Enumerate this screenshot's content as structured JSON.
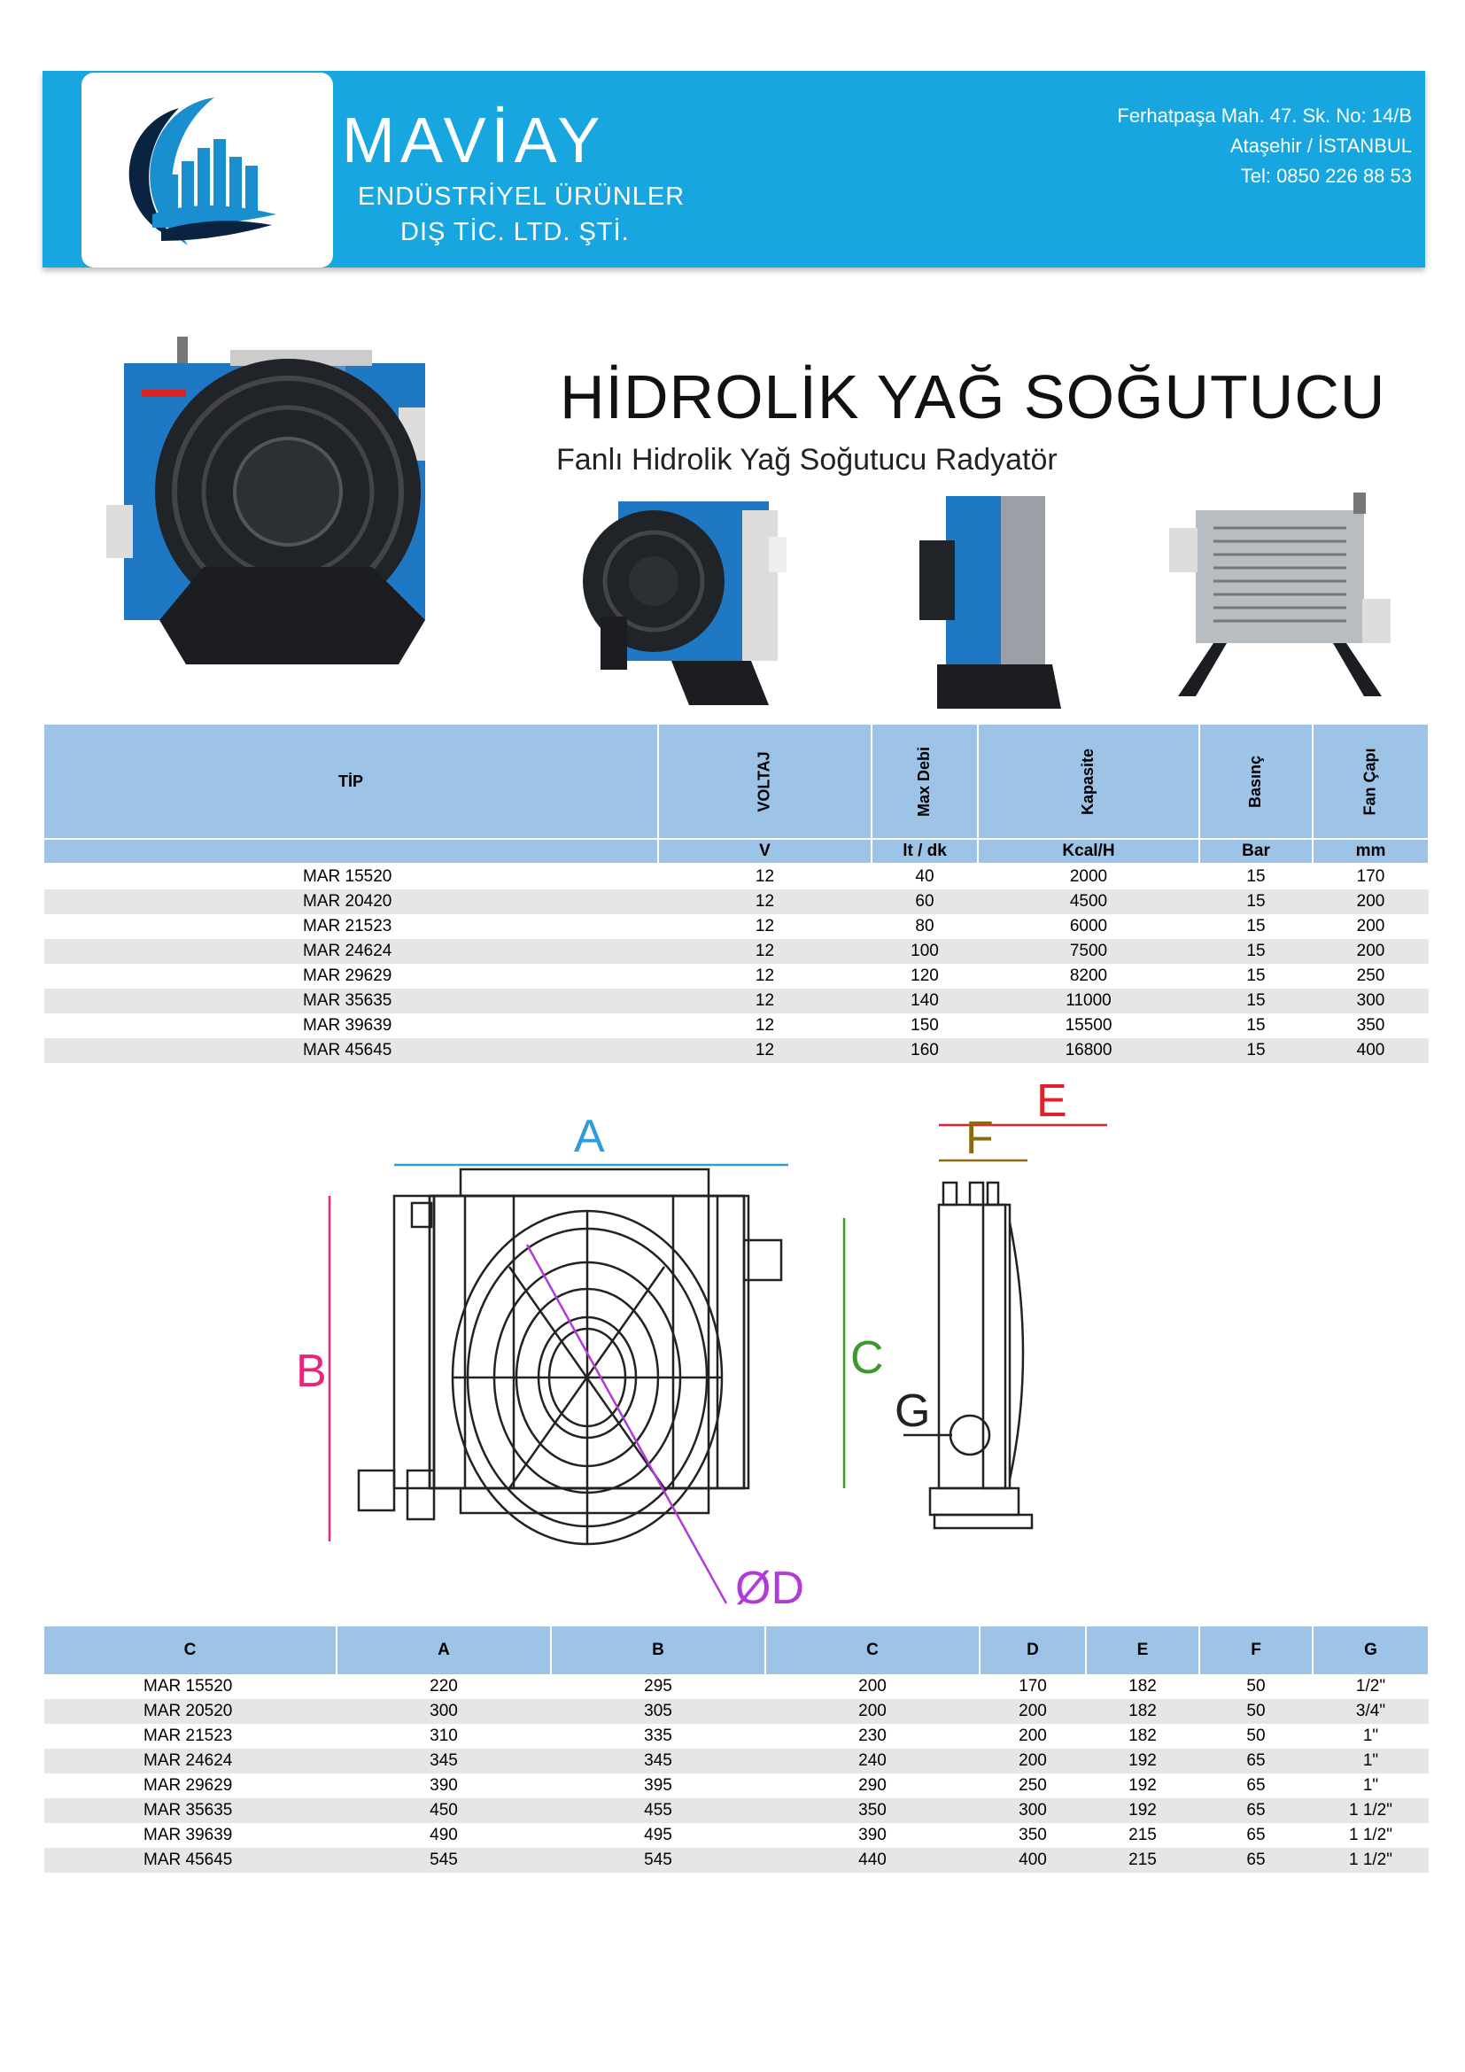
{
  "header": {
    "brand_name": "MAVİAY",
    "brand_line1": "ENDÜSTRİYEL ÜRÜNLER",
    "brand_line2": "DIŞ TİC. LTD. ŞTİ.",
    "address_line1": "Ferhatpaşa Mah. 47. Sk. No: 14/B",
    "address_line2": "Ataşehir / İSTANBUL",
    "phone": "Tel: 0850 226 88 53"
  },
  "title": "HİDROLİK YAĞ SOĞUTUCU",
  "subtitle": "Fanlı Hidrolik Yağ Soğutucu Radyatör",
  "spec_table": {
    "headers": [
      "TİP",
      "VOLTAJ",
      "Max Debi",
      "Kapasite",
      "Basınç",
      "Fan Çapı"
    ],
    "units": [
      "",
      "V",
      "lt / dk",
      "Kcal/H",
      "Bar",
      "mm"
    ],
    "rows": [
      [
        "MAR 15520",
        "12",
        "40",
        "2000",
        "15",
        "170"
      ],
      [
        "MAR 20420",
        "12",
        "60",
        "4500",
        "15",
        "200"
      ],
      [
        "MAR 21523",
        "12",
        "80",
        "6000",
        "15",
        "200"
      ],
      [
        "MAR 24624",
        "12",
        "100",
        "7500",
        "15",
        "200"
      ],
      [
        "MAR 29629",
        "12",
        "120",
        "8200",
        "15",
        "250"
      ],
      [
        "MAR 35635",
        "12",
        "140",
        "11000",
        "15",
        "300"
      ],
      [
        "MAR 39639",
        "12",
        "150",
        "15500",
        "15",
        "350"
      ],
      [
        "MAR 45645",
        "12",
        "160",
        "16800",
        "15",
        "400"
      ]
    ]
  },
  "diagram_labels": {
    "a": "A",
    "b": "B",
    "c": "C",
    "d": "ØD",
    "e": "E",
    "f": "F",
    "g": "G"
  },
  "dim_table": {
    "headers": [
      "C",
      "A",
      "B",
      "C",
      "D",
      "E",
      "F",
      "G"
    ],
    "rows": [
      [
        "MAR 15520",
        "220",
        "295",
        "200",
        "170",
        "182",
        "50",
        "1/2\""
      ],
      [
        "MAR 20520",
        "300",
        "305",
        "200",
        "200",
        "182",
        "50",
        "3/4\""
      ],
      [
        "MAR 21523",
        "310",
        "335",
        "230",
        "200",
        "182",
        "50",
        "1\""
      ],
      [
        "MAR 24624",
        "345",
        "345",
        "240",
        "200",
        "192",
        "65",
        "1\""
      ],
      [
        "MAR 29629",
        "390",
        "395",
        "290",
        "250",
        "192",
        "65",
        "1\""
      ],
      [
        "MAR 35635",
        "450",
        "455",
        "350",
        "300",
        "192",
        "65",
        "1 1/2\""
      ],
      [
        "MAR 39639",
        "490",
        "495",
        "390",
        "350",
        "215",
        "65",
        "1 1/2\""
      ],
      [
        "MAR 45645",
        "545",
        "545",
        "440",
        "400",
        "215",
        "65",
        "1 1/2\""
      ]
    ]
  },
  "colors": {
    "header_bg": "#17a6df",
    "table_header": "#9dc3e6",
    "row_alt": "#e6e6e6",
    "dim_a": "#2f9bd9",
    "dim_b": "#e8257a",
    "dim_c": "#3a9a2a",
    "dim_d": "#b23ad9",
    "dim_e": "#e0202a",
    "dim_f": "#8a6a10"
  }
}
